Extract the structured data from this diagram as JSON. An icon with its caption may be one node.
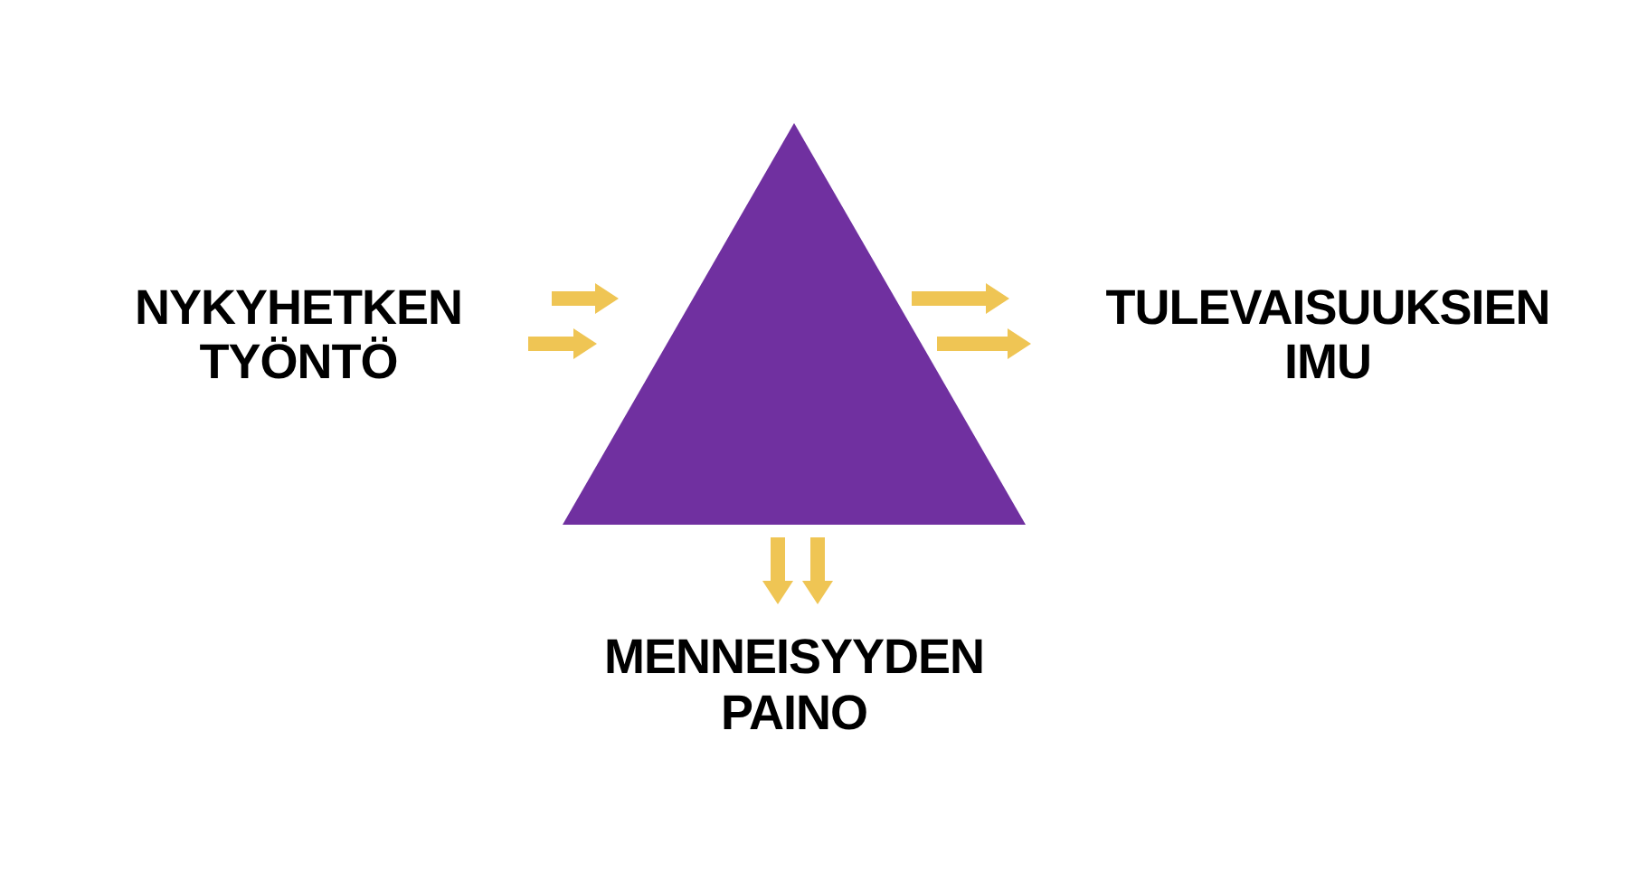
{
  "diagram": {
    "nodes": [
      {
        "text": [
          "NYKYHETKEN TYÖNTÖ"
        ]
      },
      {
        "text": [],
        "shape": "triangle"
      },
      {
        "text": [
          "TULEVAISUUKSIEN IMU"
        ]
      },
      {
        "text": [
          "MENNEISYYDEN PAINO"
        ]
      }
    ],
    "edges": [
      {
        "from": 0,
        "to": 1,
        "arrow": "to"
      },
      {
        "from": 0,
        "to": 1,
        "arrow": "to"
      },
      {
        "from": 1,
        "to": 2,
        "arrow": "to"
      },
      {
        "from": 1,
        "to": 2,
        "arrow": "to"
      },
      {
        "from": 1,
        "to": 3,
        "arrow": "to"
      },
      {
        "from": 1,
        "to": 3,
        "arrow": "to"
      }
    ]
  }
}
